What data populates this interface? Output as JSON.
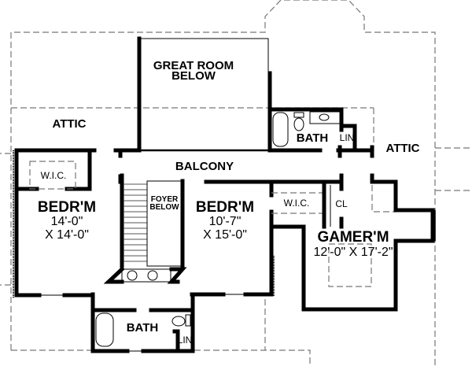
{
  "plan": {
    "rooms": {
      "great_room": [
        "GREAT ROOM",
        "BELOW"
      ],
      "attic_left": "ATTIC",
      "attic_right": "ATTIC",
      "balcony": "BALCONY",
      "bath_upper": "BATH",
      "lin_upper": "LIN",
      "wic_left": "W.I.C.",
      "bedroom_left": {
        "name": "BEDR'M",
        "dim1": "14'-0\"",
        "dim2": "X 14'-0\""
      },
      "foyer": [
        "FOYER",
        "BELOW"
      ],
      "bedroom_right": {
        "name": "BEDR'M",
        "dim1": "10'-7\"",
        "dim2": "X 15'-0\""
      },
      "wic_right": "W.I.C.",
      "closet": "CL",
      "game_room": {
        "name": "GAMER'M",
        "dim": "12'-0\" X 17'-2\""
      },
      "bath_lower": "BATH",
      "lin_lower": "LIN"
    }
  }
}
